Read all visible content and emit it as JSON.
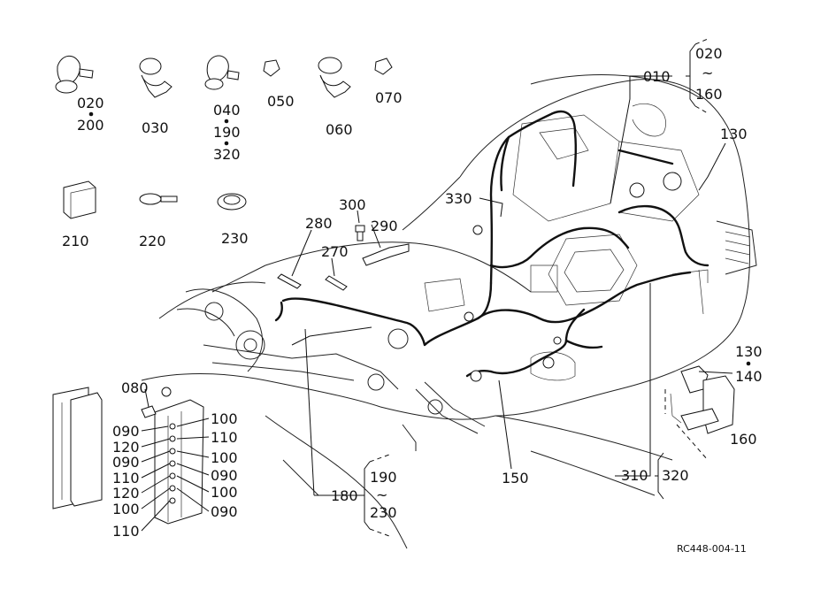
{
  "parts": {
    "p010": "010",
    "p020a": "020",
    "p020b": "020",
    "p030": "030",
    "p040": "040",
    "p050": "050",
    "p060": "060",
    "p070": "070",
    "p080": "080",
    "p090_l1": "090",
    "p090_l2": "090",
    "p090_r1": "090",
    "p090_r2": "090",
    "p100_l": "100",
    "p100_r1": "100",
    "p100_r2": "100",
    "p100_r3": "100",
    "p110_l1": "110",
    "p110_l2": "110",
    "p110_r1": "110",
    "p120_l1": "120",
    "p120_l2": "120",
    "p130a": "130",
    "p130b": "130",
    "p140": "140",
    "p150": "150",
    "p160a": "160",
    "p160b": "160",
    "p180": "180",
    "p190a": "190",
    "p190b": "190",
    "p200": "200",
    "p210": "210",
    "p220": "220",
    "p230a": "230",
    "p230b": "230",
    "p270": "270",
    "p280": "280",
    "p290": "290",
    "p300": "300",
    "p310": "310",
    "p320a": "320",
    "p320b": "320",
    "p330": "330",
    "tilde1": "~",
    "tilde2": "~"
  },
  "reference_code": "RC448-004-11"
}
